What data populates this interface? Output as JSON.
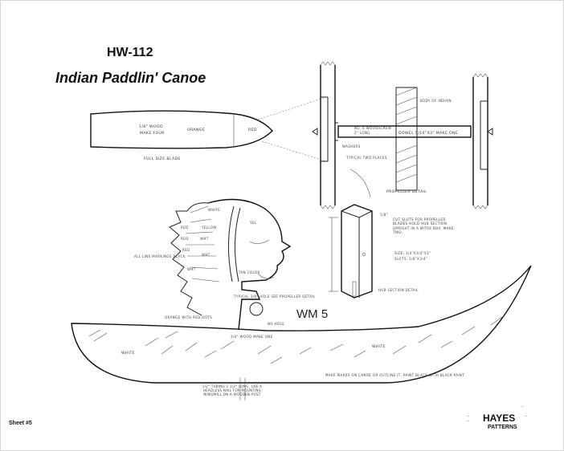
{
  "header": {
    "code": "HW-112",
    "title": "Indian Paddlin' Canoe"
  },
  "footer": {
    "sheet": "Sheet #5"
  },
  "logo": {
    "main": "HAYES",
    "sub": "PATTERNS"
  },
  "drawing": {
    "part_code": "WM 5",
    "blade_labels": {
      "wood": "1/8\" WOOD",
      "make_four": "MAKE FOUR",
      "orange": "ORANGE",
      "red": "RED",
      "full_size": "FULL SIZE BLADE"
    },
    "propeller": {
      "screw": "NO. 6 WOODSCREW",
      "washers_top": "2\" LONG",
      "dowel": "DOWEL 5/16\"X3\" MAKE ONE",
      "washers": "WASHERS",
      "typical": "TYPICAL TWO PLACES",
      "body": "BODY OF INDIAN",
      "detail": "PROPELLER DETAIL"
    },
    "hub": {
      "dim": "5/8\"",
      "note": "CUT SLOTS FOR PROPELLER BLADES HOLD HUB SECTION UPRIGHT IN A MITRE BOX. MAKE TWO.",
      "size": "SIZE: 3/4\"X3/4\"X3\"",
      "slots": "SLOTS: 1/8\"X3/4\"",
      "label": "HUB SECTION DETAIL"
    },
    "indian": {
      "white": "WHITE",
      "yel": "YEL",
      "red": "RED",
      "wht": "WHT",
      "yellow": "YELLOW",
      "all_line": "ALL LINE MARKINGS BLACK",
      "orange_dots": "ORANGE WITH RED DOTS",
      "tan": "TAN COLOR",
      "hole": "TYPICAL 3/8\" HOLE SEE PROPELLER DETAIL",
      "wood": "3/4\" WOOD MAKE ONE",
      "no_hole": "NO HOLE",
      "white_canoe": "WHITE"
    },
    "canoe": {
      "note": "MAKE MARKS ON CANOE OR OUTLINE IT, PAINT BLACK WITH BLACK PAINT",
      "pipe": "1/2\" TUBING 1 1/2\" LONG. USE A HEADLESS NAIL FOR MOUNTING WINDMILL ON A WOODEN POST"
    }
  }
}
